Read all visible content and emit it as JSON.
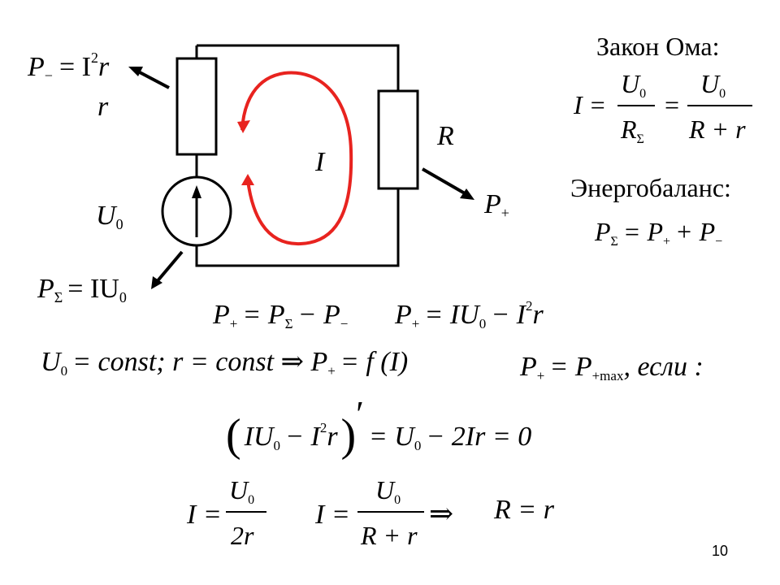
{
  "page_number": "10",
  "circuit": {
    "label_r": "r",
    "label_R": "R",
    "label_I": "I",
    "label_U0": "U",
    "label_U0_sub": "0",
    "label_Pplus": "P",
    "label_Pplus_sub": "+",
    "label_Pminus_left": "P",
    "label_Pminus_sub": "−",
    "label_Pminus_eq": "= I",
    "label_Pminus_sup": "2",
    "label_Pminus_tail": "r",
    "label_Psum": "P",
    "label_Psum_sub": "Σ",
    "label_Psum_eq": "= IU",
    "label_Psum_eq_sub": "0",
    "colors": {
      "current_loop": "#e8231f",
      "wire": "#000000"
    }
  },
  "right_panel": {
    "ohm_title": "Закон Ома:",
    "energy_title": "Энергобаланс:"
  },
  "formulas": {
    "f1": "I =",
    "f1_num1": "U",
    "f1_num1_sub": "0",
    "f1_den1": "R",
    "f1_den1_sub": "Σ",
    "f1_eq2": "=",
    "f1_num2": "U",
    "f1_num2_sub": "0",
    "f1_den2": "R + r",
    "bal": "P",
    "bal_sub": "Σ",
    "bal_eq": "= P",
    "bal_sub2": "+",
    "bal_plus": "+ P",
    "bal_sub3": "−",
    "line1a": "P",
    "line1a_sub": "+",
    "line1a_eq": "= P",
    "line1a_sub2": "Σ",
    "line1a_minus": "− P",
    "line1a_sub3": "−",
    "line1b": "P",
    "line1b_sub": "+",
    "line1b_eq": "= IU",
    "line1b_sub2": "0",
    "line1b_minus": "− I",
    "line1b_sup": "2",
    "line1b_tail": "r",
    "line2_U": "U",
    "line2_U_sub": "0",
    "line2_mid": "= const; r = const ⇒ P",
    "line2_sub": "+",
    "line2_tail": "= f (I)",
    "line2_right": "P",
    "line2_right_sub": "+",
    "line2_right_eq": "= P",
    "line2_right_sub2": "+max",
    "line2_right_tail": ", если :",
    "deriv_open": "(",
    "deriv_body": "IU",
    "deriv_body_sub": "0",
    "deriv_minus": "− I",
    "deriv_sup": "2",
    "deriv_r": "r",
    "deriv_close": ")",
    "deriv_prime": "′",
    "deriv_eq": "= U",
    "deriv_eq_sub": "0",
    "deriv_tail": "− 2Ir = 0",
    "res1_I": "I =",
    "res1_num": "U",
    "res1_num_sub": "0",
    "res1_den": "2r",
    "res2_I": "I =",
    "res2_num": "U",
    "res2_num_sub": "0",
    "res2_den": "R + r",
    "res2_arrow": "⇒",
    "res3": "R = r"
  }
}
